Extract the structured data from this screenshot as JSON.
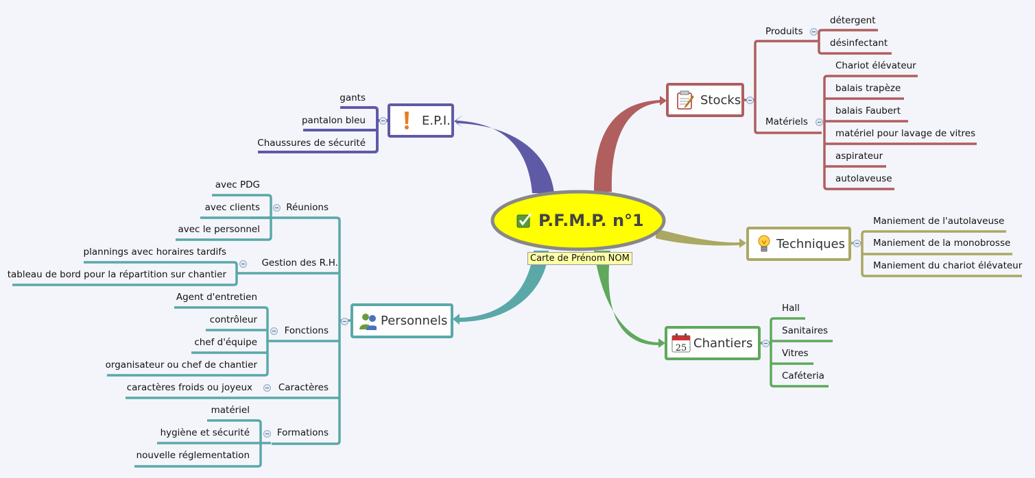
{
  "central": {
    "title": "P.F.M.P. n°1",
    "subtitle": "Carte de Prénom NOM",
    "icon": "check-icon"
  },
  "colors": {
    "epi": "#5e5aa6",
    "stocks": "#b05e5e",
    "techniques": "#aaa862",
    "chantiers": "#5fa85c",
    "personnels": "#5aa8a8",
    "center_fill": "#ffff00",
    "center_border": "#888888"
  },
  "epi": {
    "title": "E.P.I.",
    "icon": "exclamation-icon",
    "items": [
      "gants",
      "pantalon bleu",
      "Chaussures de sécurité"
    ]
  },
  "stocks": {
    "title": "Stocks",
    "icon": "notepad-icon",
    "produits": {
      "label": "Produits",
      "items": [
        "détergent",
        "désinfectant"
      ]
    },
    "materiels": {
      "label": "Matériels",
      "items": [
        "Chariot élévateur",
        "balais trapèze",
        "balais Faubert",
        "matériel pour lavage de vitres",
        "aspirateur",
        "autolaveuse"
      ]
    }
  },
  "techniques": {
    "title": "Techniques",
    "icon": "lightbulb-icon",
    "items": [
      "Maniement de l'autolaveuse",
      "Maniement de la monobrosse",
      "Maniement du chariot élévateur"
    ]
  },
  "chantiers": {
    "title": "Chantiers",
    "icon": "calendar-icon",
    "calendar_day": "25",
    "items": [
      "Hall",
      "Sanitaires",
      "Vitres",
      "Caféteria"
    ]
  },
  "personnels": {
    "title": "Personnels",
    "icon": "users-icon",
    "reunions": {
      "label": "Réunions",
      "items": [
        "avec PDG",
        "avec clients",
        "avec le personnel"
      ]
    },
    "rh": {
      "label": "Gestion des R.H.",
      "items": [
        "plannings avec horaires tardifs",
        "tableau de bord pour la répartition sur chantier"
      ]
    },
    "fonctions": {
      "label": "Fonctions",
      "items": [
        "Agent d'entretien",
        "contrôleur",
        "chef d'équipe",
        "organisateur ou chef de chantier"
      ]
    },
    "caracteres": {
      "label": "Caractères",
      "items": [
        "caractères froids ou joyeux"
      ]
    },
    "formations": {
      "label": "Formations",
      "items": [
        "matériel",
        "hygiène et sécurité",
        "nouvelle réglementation"
      ]
    }
  }
}
